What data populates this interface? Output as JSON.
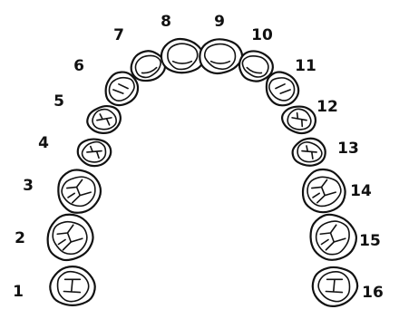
{
  "diagram": {
    "line_color": "#111111",
    "background_color": "#ffffff",
    "teeth": [
      {
        "number": "1",
        "type": "molar"
      },
      {
        "number": "2",
        "type": "molar"
      },
      {
        "number": "3",
        "type": "molar"
      },
      {
        "number": "4",
        "type": "premolar"
      },
      {
        "number": "5",
        "type": "premolar"
      },
      {
        "number": "6",
        "type": "canine"
      },
      {
        "number": "7",
        "type": "lateral-incisor"
      },
      {
        "number": "8",
        "type": "central-incisor"
      },
      {
        "number": "9",
        "type": "central-incisor"
      },
      {
        "number": "10",
        "type": "lateral-incisor"
      },
      {
        "number": "11",
        "type": "canine"
      },
      {
        "number": "12",
        "type": "premolar"
      },
      {
        "number": "13",
        "type": "premolar"
      },
      {
        "number": "14",
        "type": "molar"
      },
      {
        "number": "15",
        "type": "molar"
      },
      {
        "number": "16",
        "type": "molar"
      }
    ]
  }
}
